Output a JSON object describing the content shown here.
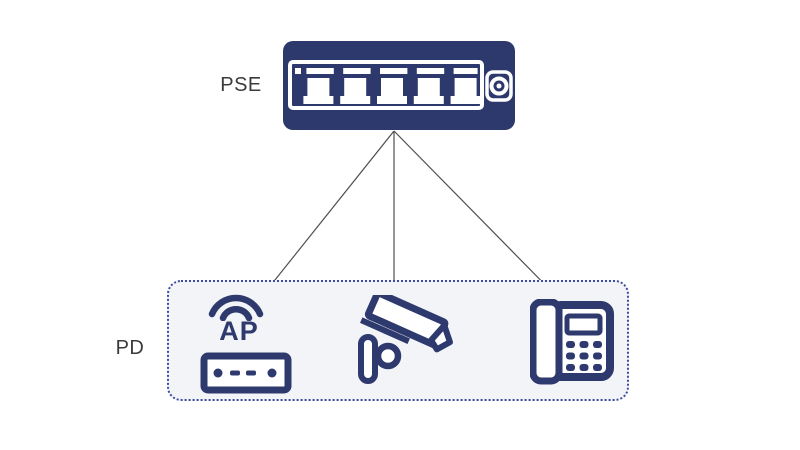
{
  "diagram": {
    "type": "network-topology",
    "description_nodes": [
      "PSE switch",
      "access point",
      "security camera",
      "ip phone"
    ],
    "edges": [
      {
        "from": "PSE switch",
        "to": "access point"
      },
      {
        "from": "PSE switch",
        "to": "security camera"
      },
      {
        "from": "PSE switch",
        "to": "ip phone"
      }
    ]
  },
  "labels": {
    "pse": "PSE",
    "pd": "PD",
    "ap": "AP"
  },
  "colors": {
    "switch_navy": "#2d396d",
    "icon_navy": "#2e3a6e",
    "pd_box_fill": "#f3f4f8",
    "pd_box_border": "#3c4da0",
    "cable_line": "#4f4f4f",
    "label_text": "#3b3b3b",
    "background": "#ffffff"
  }
}
